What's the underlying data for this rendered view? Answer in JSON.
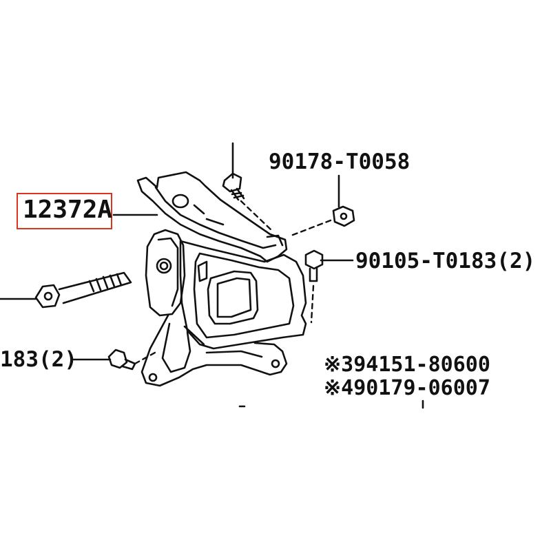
{
  "diagram": {
    "callouts": {
      "engine_mount": "12372A",
      "nut_top": "90178-T0058",
      "bolt_right": "90105-T0183(2)",
      "bolt_left_partial": "183(2)",
      "ref_1": "※394151-80600",
      "ref_2": "※490179-06007"
    },
    "highlight_color": "#d9341c",
    "line_color": "#111111"
  }
}
